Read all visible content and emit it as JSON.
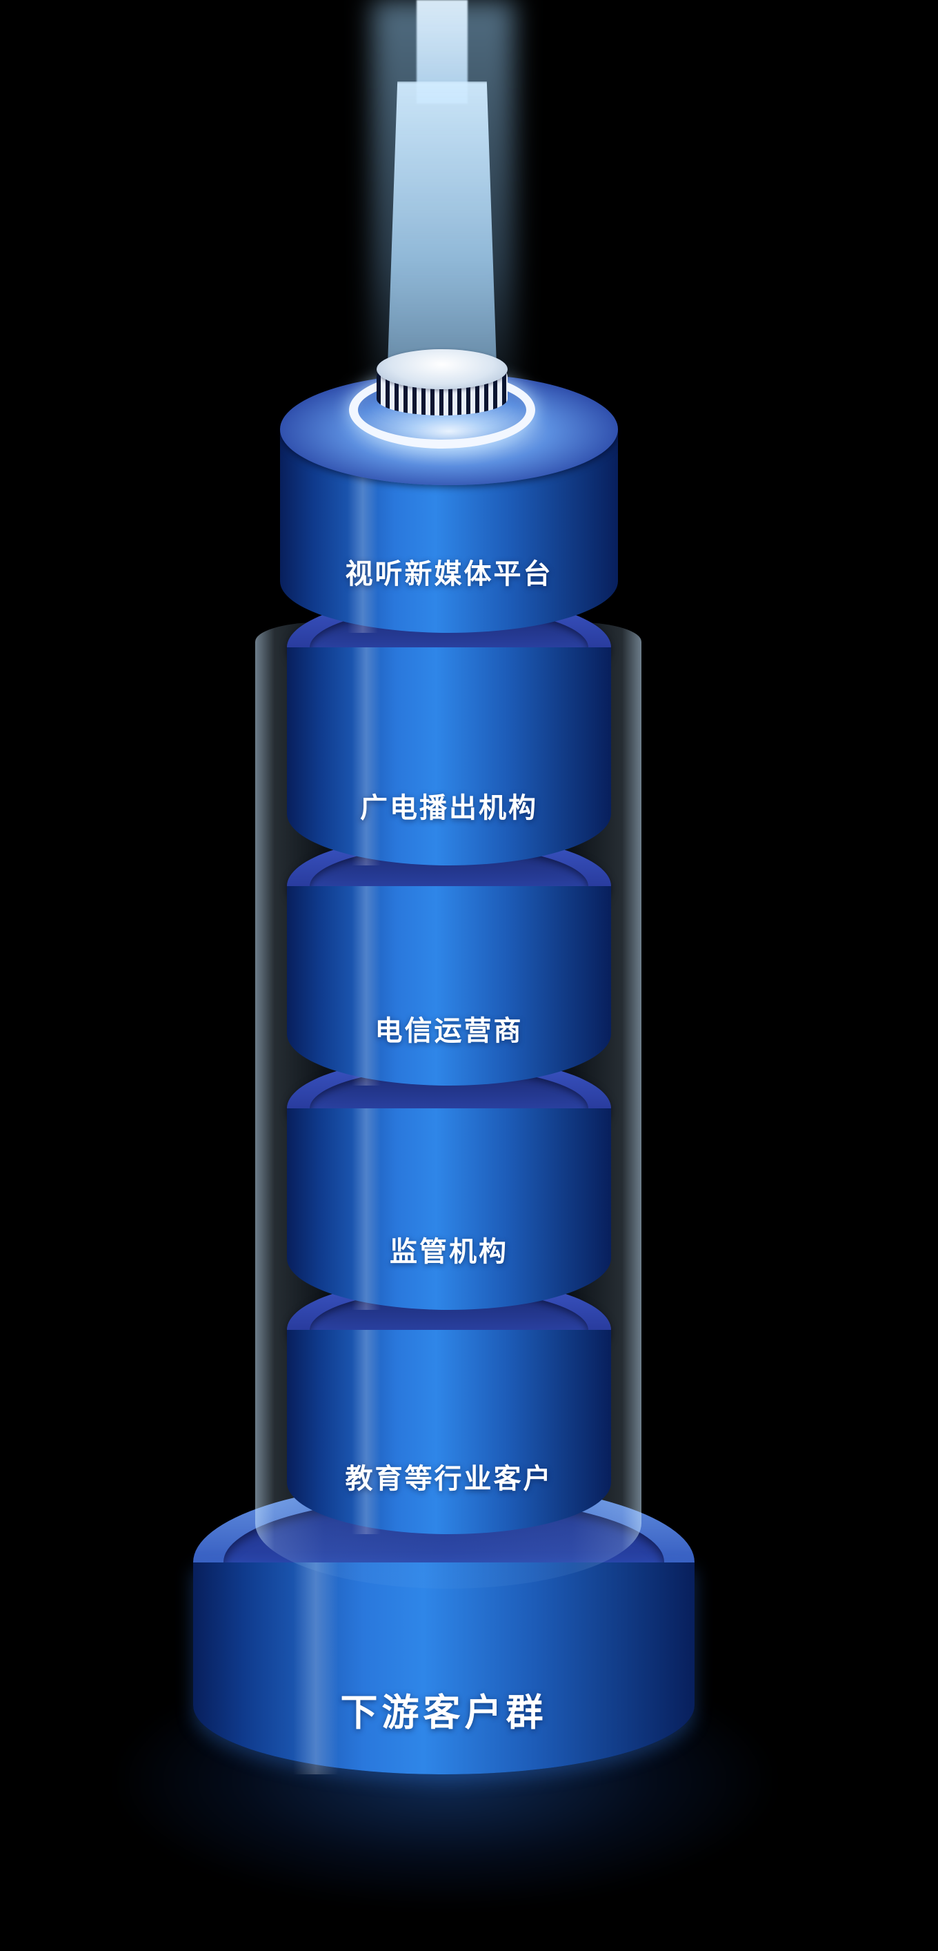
{
  "diagram": {
    "cylinders": [
      {
        "label": "视听新媒体平台"
      },
      {
        "label": "广电播出机构"
      },
      {
        "label": "电信运营商"
      },
      {
        "label": "监管机构"
      },
      {
        "label": "教育等行业客户"
      }
    ],
    "base": {
      "label": "下游客户群"
    },
    "colors": {
      "background": "#000000",
      "body_dark": "#081f5c",
      "body_bright": "#2f86e8",
      "top_face": "#27399a",
      "beam": "#d2ecff",
      "tube_edge": "#c8e6ff",
      "label_text": "#ffffff"
    }
  }
}
